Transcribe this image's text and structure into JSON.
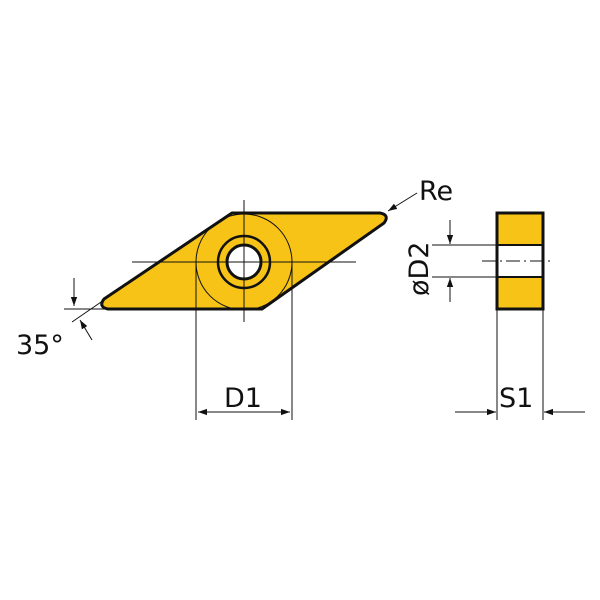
{
  "diagram": {
    "type": "cutting-insert-technical-drawing",
    "colors": {
      "insert_fill": "#F7C316",
      "outline": "#111111",
      "background": "#FFFFFF"
    },
    "labels": {
      "corner_radius": "Re",
      "angle": "35°",
      "inscribed_circle_diameter": "D1",
      "hole_diameter": "øD2",
      "thickness": "S1"
    },
    "views": [
      {
        "name": "top-view",
        "shape": "rhombus",
        "angle_deg": 35
      },
      {
        "name": "side-view",
        "shape": "rectangle-with-hole"
      }
    ]
  }
}
